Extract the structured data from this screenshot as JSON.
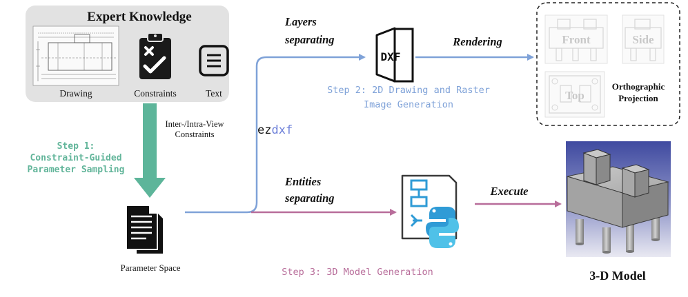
{
  "expert_box": {
    "title": "Expert Knowledge",
    "items": [
      {
        "label": "Drawing",
        "icon": "blueprint-drawing-icon"
      },
      {
        "label": "Constraints",
        "icon": "clipboard-check-icon"
      },
      {
        "label": "Text",
        "icon": "text-document-icon"
      }
    ]
  },
  "down_arrow": {
    "label_line1": "Inter-/Intra-View",
    "label_line2": "Constraints"
  },
  "step1": {
    "line1": "Step 1:",
    "line2": "Constraint-Guided",
    "line3": "Parameter Sampling",
    "color": "#62b59a"
  },
  "parameter_space": {
    "label": "Parameter Space",
    "icon": "documents-stack-icon"
  },
  "ezdxf": {
    "prefix": "ez",
    "suffix": "dxf"
  },
  "layers": {
    "line1": "Layers",
    "line2": "separating"
  },
  "dxf_icon": {
    "text": "DXF"
  },
  "rendering": {
    "label": "Rendering"
  },
  "step2": {
    "line1": "Step 2: 2D Drawing and Raster",
    "line2": "Image Generation",
    "color": "#7fa2d8"
  },
  "projection": {
    "front": "Front",
    "side": "Side",
    "top": "Top",
    "caption_line1": "Orthographic",
    "caption_line2": "Projection"
  },
  "entities": {
    "line1": "Entities",
    "line2": "separating"
  },
  "execute": {
    "label": "Execute"
  },
  "step3": {
    "label": "Step 3: 3D Model Generation",
    "color": "#b86d9a"
  },
  "model": {
    "label": "3-D Model"
  },
  "colors": {
    "blue": "#7fa2d8",
    "teal": "#5db59a",
    "pink": "#b86d9a",
    "python_blue": "#2f9bd6",
    "python_light": "#4fc1e8"
  }
}
